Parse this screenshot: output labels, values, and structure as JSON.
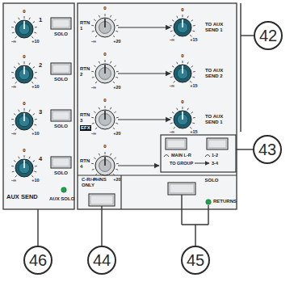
{
  "diagram": {
    "nodes": [
      {
        "text": [
          "42"
        ]
      },
      {
        "text": [
          "43"
        ]
      },
      {
        "text": [
          "46"
        ]
      },
      {
        "text": [
          "44"
        ]
      },
      {
        "text": [
          "45"
        ]
      }
    ],
    "labels": [
      "0",
      "1",
      "-∞",
      "+10",
      "SOLO",
      "0",
      "2",
      "-∞",
      "+10",
      "SOLO",
      "0",
      "3",
      "-∞",
      "+10",
      "SOLO",
      "0",
      "4",
      "-∞",
      "+10",
      "SOLO",
      "AUX SEND",
      "AUX SOLO",
      "RTN 1",
      "0",
      "-∞",
      "+20",
      "0",
      "-∞",
      "+15",
      "TO AUX SEND 1",
      "RTN 2",
      "0",
      "-∞",
      "+20",
      "0",
      "-∞",
      "+15",
      "TO AUX SEND 2",
      "RTN 3",
      "0",
      "-∞",
      "+20",
      "EFX",
      "0",
      "-∞",
      "+15",
      "TO AUX SEND 1",
      "RTN 4",
      "0",
      "-∞",
      "+20",
      "MAIN L-R",
      "TO GROUP",
      "1-2",
      "3-4",
      "C-R/ PHNS ONLY",
      "SOLO",
      "RETURNS"
    ]
  }
}
